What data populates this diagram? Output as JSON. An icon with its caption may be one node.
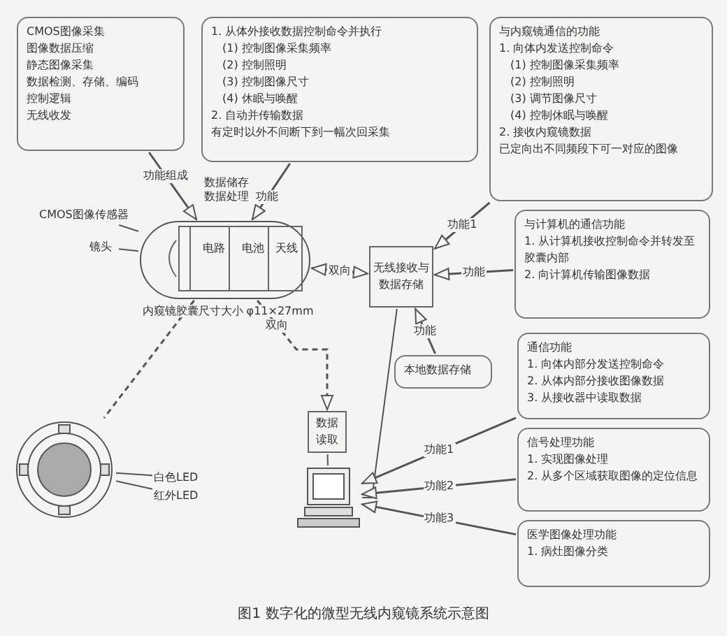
{
  "diagram": {
    "caption": "图1 数字化的微型无线内窥镜系统示意图",
    "nodes": [
      {
        "text": [
          "CMOS图像采集",
          "图像数据压缩",
          "静态图像采集",
          "数据检测、存储、编码",
          "控制逻辑",
          "无线收发"
        ]
      },
      {
        "text": [
          "1. 从体外接收数据控制命令并执行",
          "(1) 控制图像采集频率",
          "(2) 控制照明",
          "(3) 控制图像尺寸",
          "(4) 休眠与唤醒",
          "2. 自动并传输数据",
          "有定时以外不间断下到一幅次回采集"
        ]
      },
      {
        "text": [
          "与内窥镜通信的功能",
          "1. 向体内发送控制命令",
          "(1) 控制图像采集频率",
          "(2) 控制照明",
          "(3) 调节图像尺寸",
          "(4) 控制休眠与唤醒",
          "2. 接收内窥镜数据",
          "已定向出不同频段下可一对应的图像"
        ]
      },
      {
        "text": [
          "电路",
          "电池",
          "天线"
        ],
        "beside": [
          "数据储存数据处理",
          "内窥镜胶囊尺寸大小 φ11×27mm"
        ]
      },
      {
        "text": [
          "CMOS图像传感器"
        ]
      },
      {
        "text": [
          "镜头"
        ]
      },
      {
        "text": [],
        "shape": "picture"
      },
      {
        "text": [
          "白色LED"
        ]
      },
      {
        "text": [
          "红外LED"
        ]
      },
      {
        "text": [
          "无线接收与数据存储"
        ]
      },
      {
        "text": [
          "本地数据存储"
        ]
      },
      {
        "text": [
          "数据读取"
        ]
      },
      {
        "text": [],
        "shape": "picture"
      },
      {
        "text": [
          "与计算机的通信功能",
          "1. 从计算机接收控制命令并转发至胶囊内部",
          "2. 向计算机传输图像数据"
        ]
      },
      {
        "text": [
          "通信功能",
          "1. 向体内部分发送控制命令",
          "2. 从体内部分接收图像数据",
          "3. 从接收器中读取数据"
        ]
      },
      {
        "text": [
          "信号处理功能",
          "1. 实现图像处理",
          "2. 从多个区域获取图像的定位信息"
        ]
      },
      {
        "text": [
          "医学图像处理功能",
          "1. 病灶图像分类"
        ]
      }
    ],
    "edges": [
      {
        "from": 0,
        "to": 3,
        "arrow": "to",
        "label": "功能组成"
      },
      {
        "from": 1,
        "to": 3,
        "arrow": "to",
        "label": "功能"
      },
      {
        "from": 4,
        "to": 3,
        "arrow": "none"
      },
      {
        "from": 5,
        "to": 3,
        "arrow": "none"
      },
      {
        "from": 3,
        "to": 9,
        "arrow": "both",
        "style": "dashed",
        "label": "双向"
      },
      {
        "from": 3,
        "to": 11,
        "arrow": "to",
        "style": "dashed",
        "label": "双向"
      },
      {
        "from": 3,
        "to": 6,
        "arrow": "none",
        "style": "dashed"
      },
      {
        "from": 7,
        "to": 6,
        "arrow": "none"
      },
      {
        "from": 8,
        "to": 6,
        "arrow": "none"
      },
      {
        "from": 2,
        "to": 9,
        "arrow": "to",
        "label": "功能1"
      },
      {
        "from": 13,
        "to": 9,
        "arrow": "to",
        "label": "功能"
      },
      {
        "from": 10,
        "to": 9,
        "arrow": "to",
        "label": "功能"
      },
      {
        "from": 9,
        "to": 12,
        "arrow": "none"
      },
      {
        "from": 11,
        "to": 12,
        "arrow": "none"
      },
      {
        "from": 14,
        "to": 12,
        "arrow": "to",
        "label": "功能1"
      },
      {
        "from": 15,
        "to": 12,
        "arrow": "to",
        "label": "功能2"
      },
      {
        "from": 16,
        "to": 12,
        "arrow": "to",
        "label": "功能3"
      }
    ]
  }
}
